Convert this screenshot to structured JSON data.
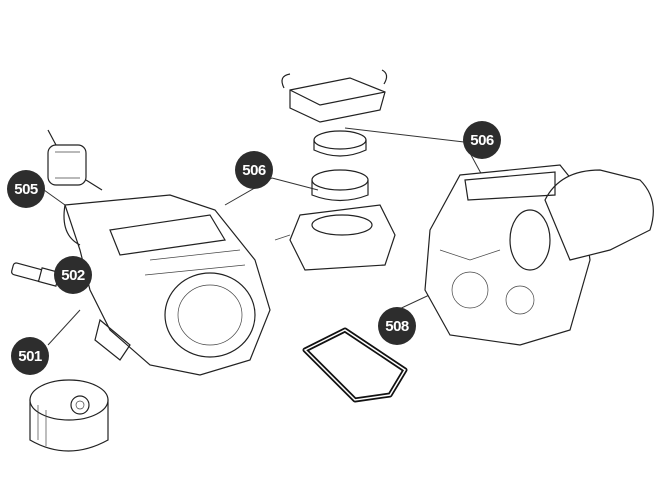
{
  "callouts": [
    {
      "id": "505",
      "part": "fuel-filter"
    },
    {
      "id": "502",
      "part": "spark-plug"
    },
    {
      "id": "501",
      "part": "oil-filter"
    },
    {
      "id": "506",
      "part": "air-filter"
    },
    {
      "id": "506",
      "part": "air-filter-element"
    },
    {
      "id": "508",
      "part": "gasket"
    }
  ]
}
